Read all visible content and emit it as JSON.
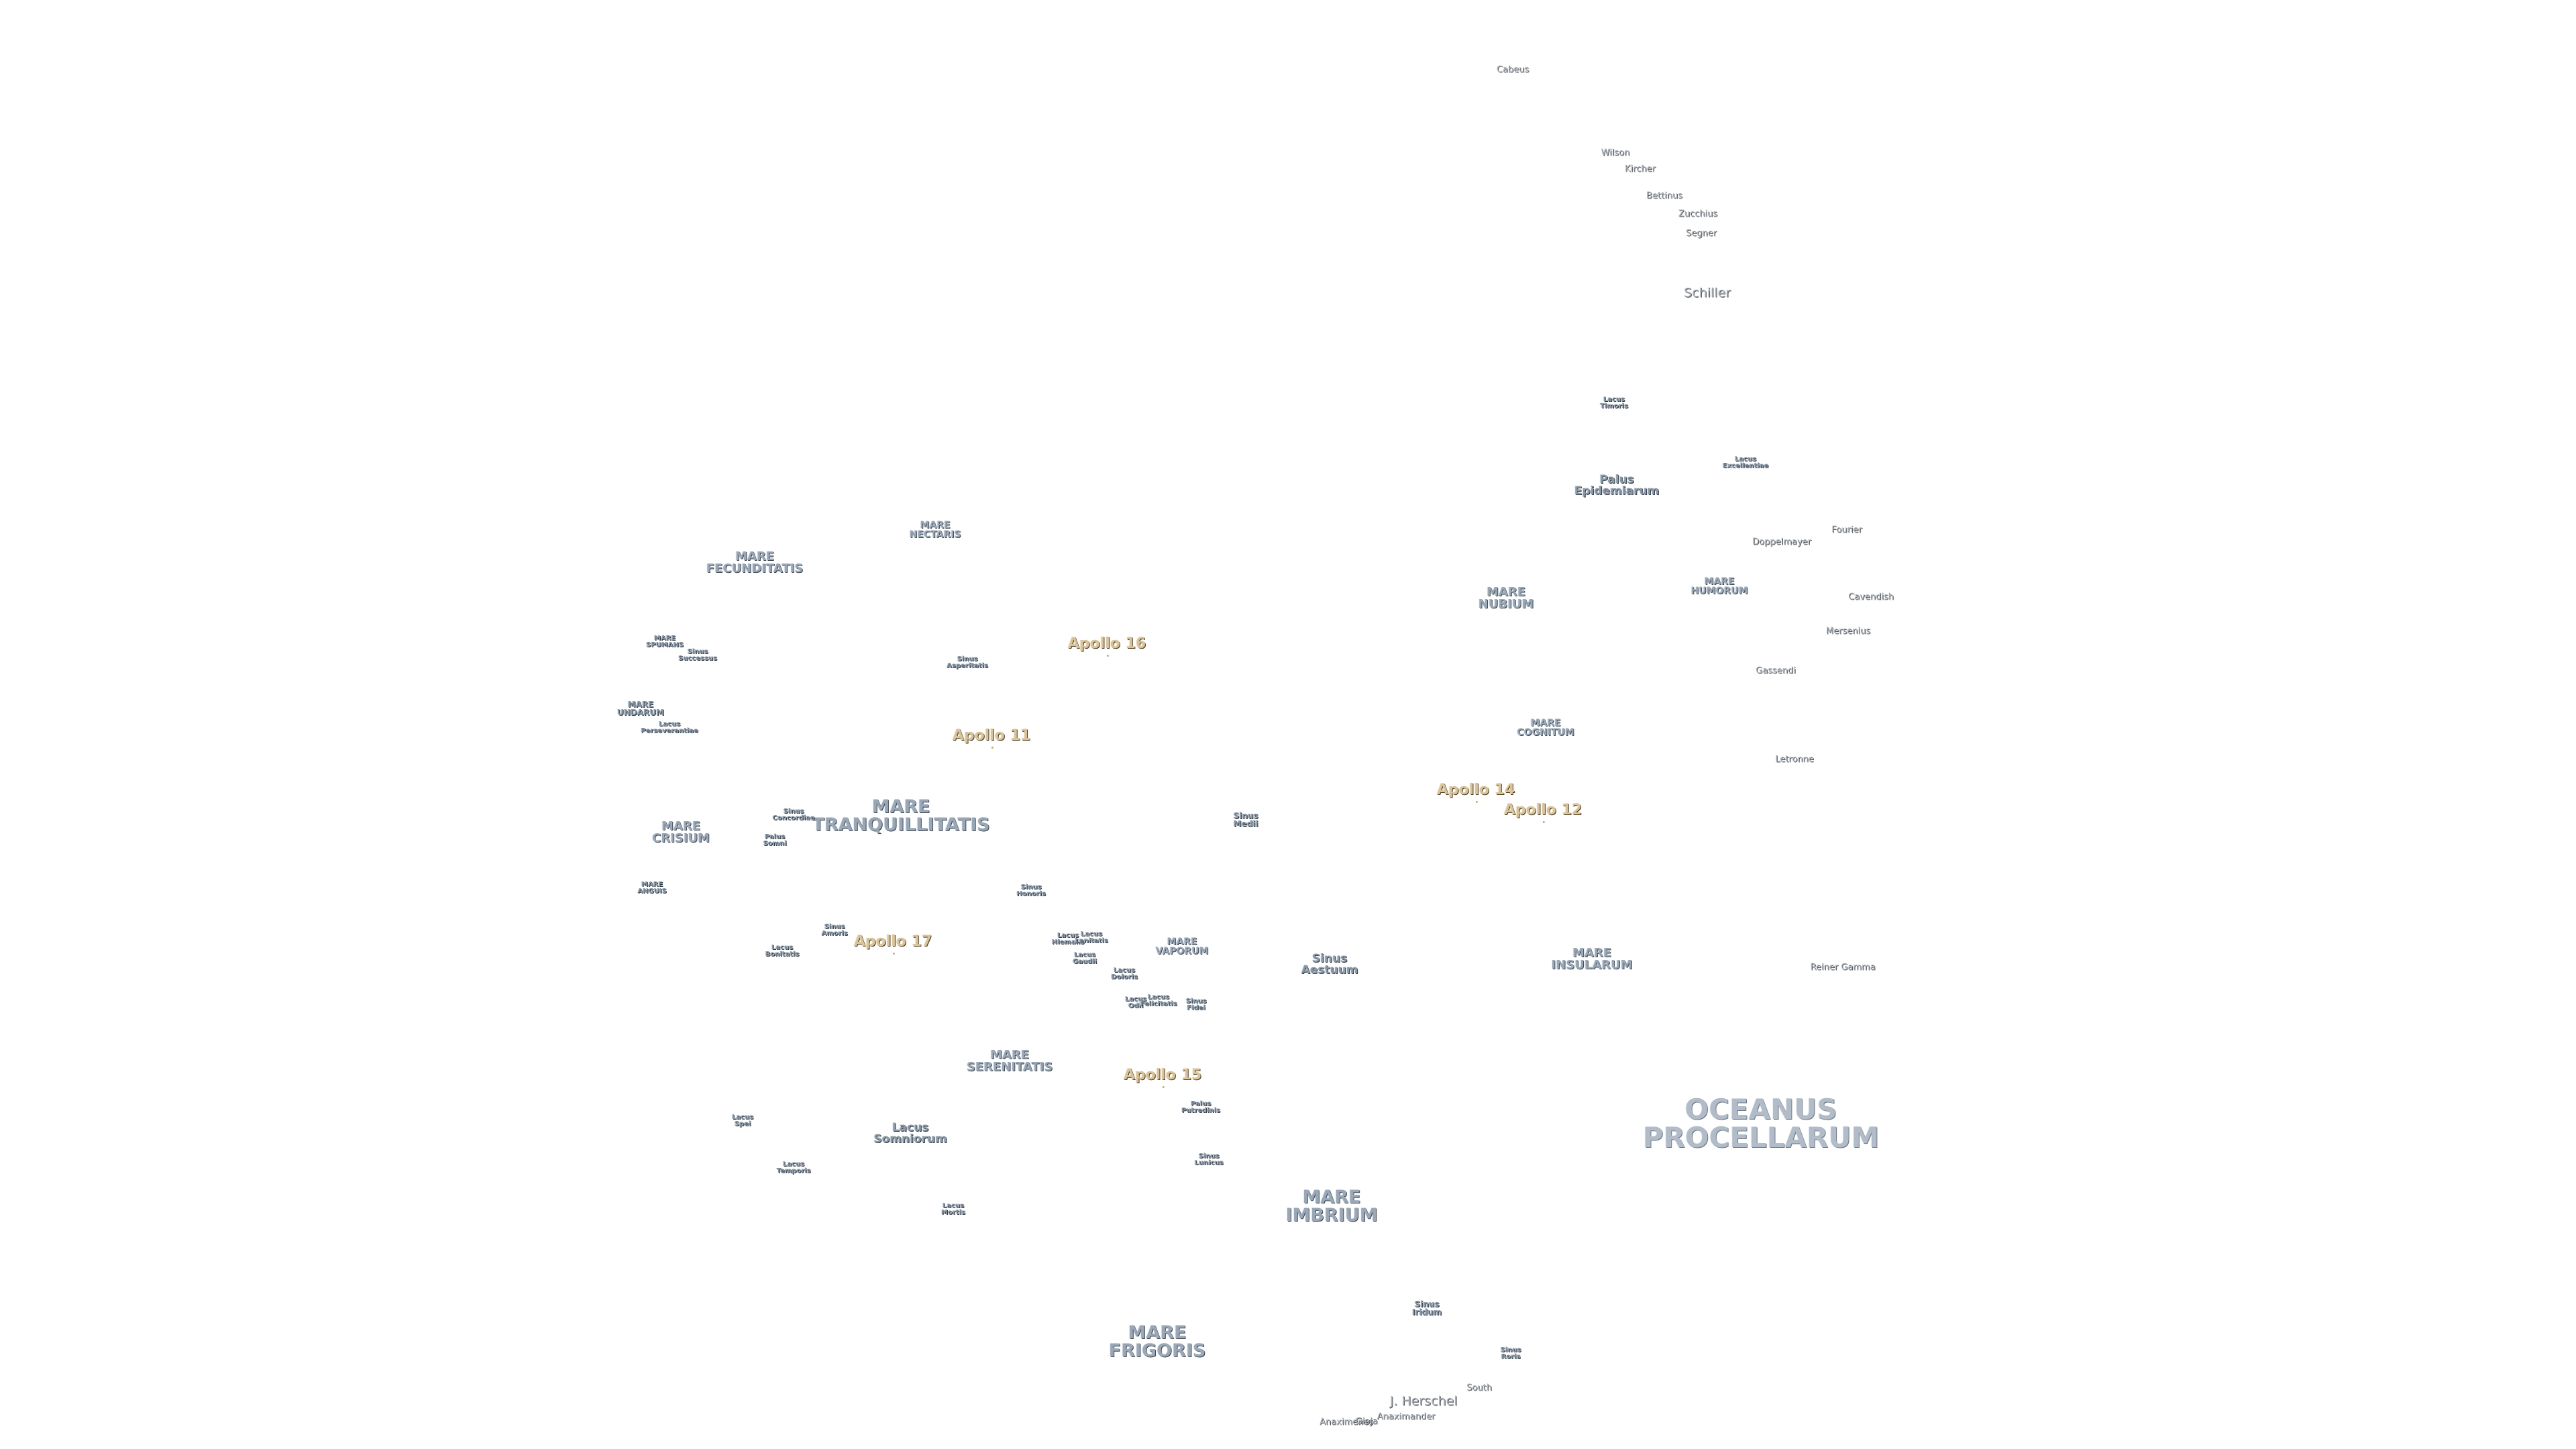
{
  "map": {
    "labels": [
      {
        "id": "oceanus-procellarum",
        "text": "OCEANUS\nPROCELLARUM",
        "type": "mare",
        "size": "xl"
      },
      {
        "id": "mare-imbrium",
        "text": "MARE\nIMBRIUM",
        "type": "mare",
        "size": "l"
      },
      {
        "id": "mare-frigoris",
        "text": "MARE\nFRIGORIS",
        "type": "mare",
        "size": "l"
      },
      {
        "id": "mare-tranquillitatis",
        "text": "MARE\nTRANQUILLITATIS",
        "type": "mare",
        "size": "l"
      },
      {
        "id": "mare-serenitatis",
        "text": "MARE\nSERENITATIS",
        "type": "mare",
        "size": "m"
      },
      {
        "id": "mare-fecunditatis",
        "text": "MARE\nFECUNDITATIS",
        "type": "mare",
        "size": "m"
      },
      {
        "id": "mare-crisium",
        "text": "MARE\nCRISIUM",
        "type": "mare",
        "size": "m"
      },
      {
        "id": "mare-nubium",
        "text": "MARE\nNUBIUM",
        "type": "mare",
        "size": "m"
      },
      {
        "id": "mare-humorum",
        "text": "MARE\nHUMORUM",
        "type": "mare",
        "size": "s"
      },
      {
        "id": "mare-insularum",
        "text": "MARE\nINSULARUM",
        "type": "mare",
        "size": "m"
      },
      {
        "id": "mare-cognitum",
        "text": "MARE\nCOGNITUM",
        "type": "mare",
        "size": "s"
      },
      {
        "id": "mare-nectaris",
        "text": "MARE\nNECTARIS",
        "type": "mare",
        "size": "s"
      },
      {
        "id": "mare-vaporum",
        "text": "MARE\nVAPORUM",
        "type": "mare",
        "size": "s"
      },
      {
        "id": "mare-spumans",
        "text": "MARE\nSPUMANS",
        "type": "minor",
        "size": "xs"
      },
      {
        "id": "mare-undarum",
        "text": "MARE\nUNDARUM",
        "type": "minor",
        "size": "s"
      },
      {
        "id": "mare-anguis",
        "text": "MARE\nANGUIS",
        "type": "minor",
        "size": "xs"
      },
      {
        "id": "sinus-aestuum",
        "text": "Sinus\nAestuum",
        "type": "minor",
        "size": "m"
      },
      {
        "id": "sinus-medii",
        "text": "Sinus\nMedii",
        "type": "minor",
        "size": "s"
      },
      {
        "id": "sinus-iridum",
        "text": "Sinus\nIridum",
        "type": "minor",
        "size": "s"
      },
      {
        "id": "sinus-roris",
        "text": "Sinus\nRoris",
        "type": "minor",
        "size": "xs"
      },
      {
        "id": "sinus-asperitatis",
        "text": "Sinus\nAsperitatis",
        "type": "minor",
        "size": "xs"
      },
      {
        "id": "sinus-amoris",
        "text": "Sinus\nAmoris",
        "type": "minor",
        "size": "xs"
      },
      {
        "id": "sinus-concordiae",
        "text": "Sinus\nConcordiae",
        "type": "minor",
        "size": "xs"
      },
      {
        "id": "sinus-successus",
        "text": "Sinus\nSuccessus",
        "type": "minor",
        "size": "xs"
      },
      {
        "id": "sinus-honoris",
        "text": "Sinus\nHonoris",
        "type": "minor",
        "size": "xs"
      },
      {
        "id": "sinus-fidei",
        "text": "Sinus\nFidei",
        "type": "minor",
        "size": "xs"
      },
      {
        "id": "sinus-lunicus",
        "text": "Sinus\nLunicus",
        "type": "minor",
        "size": "xs"
      },
      {
        "id": "palus-epidemiarum",
        "text": "Palus\nEpidemiarum",
        "type": "minor",
        "size": "m"
      },
      {
        "id": "palus-putredinis",
        "text": "Palus\nPutredinis",
        "type": "minor",
        "size": "xs"
      },
      {
        "id": "palus-somni",
        "text": "Palus\nSomni",
        "type": "minor",
        "size": "xs"
      },
      {
        "id": "lacus-somniorum",
        "text": "Lacus\nSomniorum",
        "type": "minor",
        "size": "m"
      },
      {
        "id": "lacus-mortis",
        "text": "Lacus\nMortis",
        "type": "minor",
        "size": "xs"
      },
      {
        "id": "lacus-temporis",
        "text": "Lacus\nTemporis",
        "type": "minor",
        "size": "xs"
      },
      {
        "id": "lacus-spei",
        "text": "Lacus\nSpei",
        "type": "minor",
        "size": "xs"
      },
      {
        "id": "lacus-bonitatis",
        "text": "Lacus\nBonitatis",
        "type": "minor",
        "size": "xs"
      },
      {
        "id": "lacus-timoris",
        "text": "Lacus\nTimoris",
        "type": "minor",
        "size": "xs"
      },
      {
        "id": "lacus-excellentiae",
        "text": "Lacus\nExcellentiae",
        "type": "minor",
        "size": "xs"
      },
      {
        "id": "lacus-perseverantiae",
        "text": "Lacus\nPerseverantiae",
        "type": "minor",
        "size": "xs"
      },
      {
        "id": "lacus-hiemalis",
        "text": "Lacus\nHiemalis",
        "type": "minor",
        "size": "xs"
      },
      {
        "id": "lacus-lenitatis",
        "text": "Lacus\nLenitatis",
        "type": "minor",
        "size": "xs"
      },
      {
        "id": "lacus-gaudii",
        "text": "Lacus\nGaudii",
        "type": "minor",
        "size": "xs"
      },
      {
        "id": "lacus-doloris",
        "text": "Lacus\nDoloris",
        "type": "minor",
        "size": "xs"
      },
      {
        "id": "lacus-odii",
        "text": "Lacus\nOdii",
        "type": "minor",
        "size": "xs"
      },
      {
        "id": "lacus-felicitatis",
        "text": "Lacus\nFelicitatis",
        "type": "minor",
        "size": "xs"
      },
      {
        "id": "apollo-11",
        "text": "Apollo 11",
        "type": "apollo"
      },
      {
        "id": "apollo-12",
        "text": "Apollo 12",
        "type": "apollo"
      },
      {
        "id": "apollo-14",
        "text": "Apollo 14",
        "type": "apollo"
      },
      {
        "id": "apollo-15",
        "text": "Apollo 15",
        "type": "apollo"
      },
      {
        "id": "apollo-16",
        "text": "Apollo 16",
        "type": "apollo"
      },
      {
        "id": "apollo-17",
        "text": "Apollo 17",
        "type": "apollo"
      },
      {
        "id": "cabeus",
        "text": "Cabeus",
        "type": "crater",
        "size": "s"
      },
      {
        "id": "wilson",
        "text": "Wilson",
        "type": "crater",
        "size": "s"
      },
      {
        "id": "kircher",
        "text": "Kircher",
        "type": "crater",
        "size": "s"
      },
      {
        "id": "bettinus",
        "text": "Bettinus",
        "type": "crater",
        "size": "s"
      },
      {
        "id": "zucchius",
        "text": "Zucchius",
        "type": "crater",
        "size": "s"
      },
      {
        "id": "segner",
        "text": "Segner",
        "type": "crater",
        "size": "s"
      },
      {
        "id": "schiller",
        "text": "Schiller",
        "type": "crater",
        "size": "m"
      },
      {
        "id": "doppelmayer",
        "text": "Doppelmayer",
        "type": "crater",
        "size": "s"
      },
      {
        "id": "fourier",
        "text": "Fourier",
        "type": "crater",
        "size": "s"
      },
      {
        "id": "cavendish",
        "text": "Cavendish",
        "type": "crater",
        "size": "s"
      },
      {
        "id": "mersenius",
        "text": "Mersenius",
        "type": "crater",
        "size": "s"
      },
      {
        "id": "gassendi",
        "text": "Gassendi",
        "type": "crater",
        "size": "s"
      },
      {
        "id": "letronne",
        "text": "Letronne",
        "type": "crater",
        "size": "s"
      },
      {
        "id": "reiner-gamma",
        "text": "Reiner Gamma",
        "type": "crater",
        "size": "s"
      },
      {
        "id": "south",
        "text": "South",
        "type": "crater",
        "size": "s"
      },
      {
        "id": "j-herschel",
        "text": "J. Herschel",
        "type": "crater",
        "size": "m"
      },
      {
        "id": "anaximander",
        "text": "Anaximander",
        "type": "crater",
        "size": "s"
      },
      {
        "id": "anaximenes",
        "text": "Anaximenes",
        "type": "crater",
        "size": "s"
      },
      {
        "id": "gioja",
        "text": "Gioja",
        "type": "crater",
        "size": "s"
      }
    ]
  }
}
